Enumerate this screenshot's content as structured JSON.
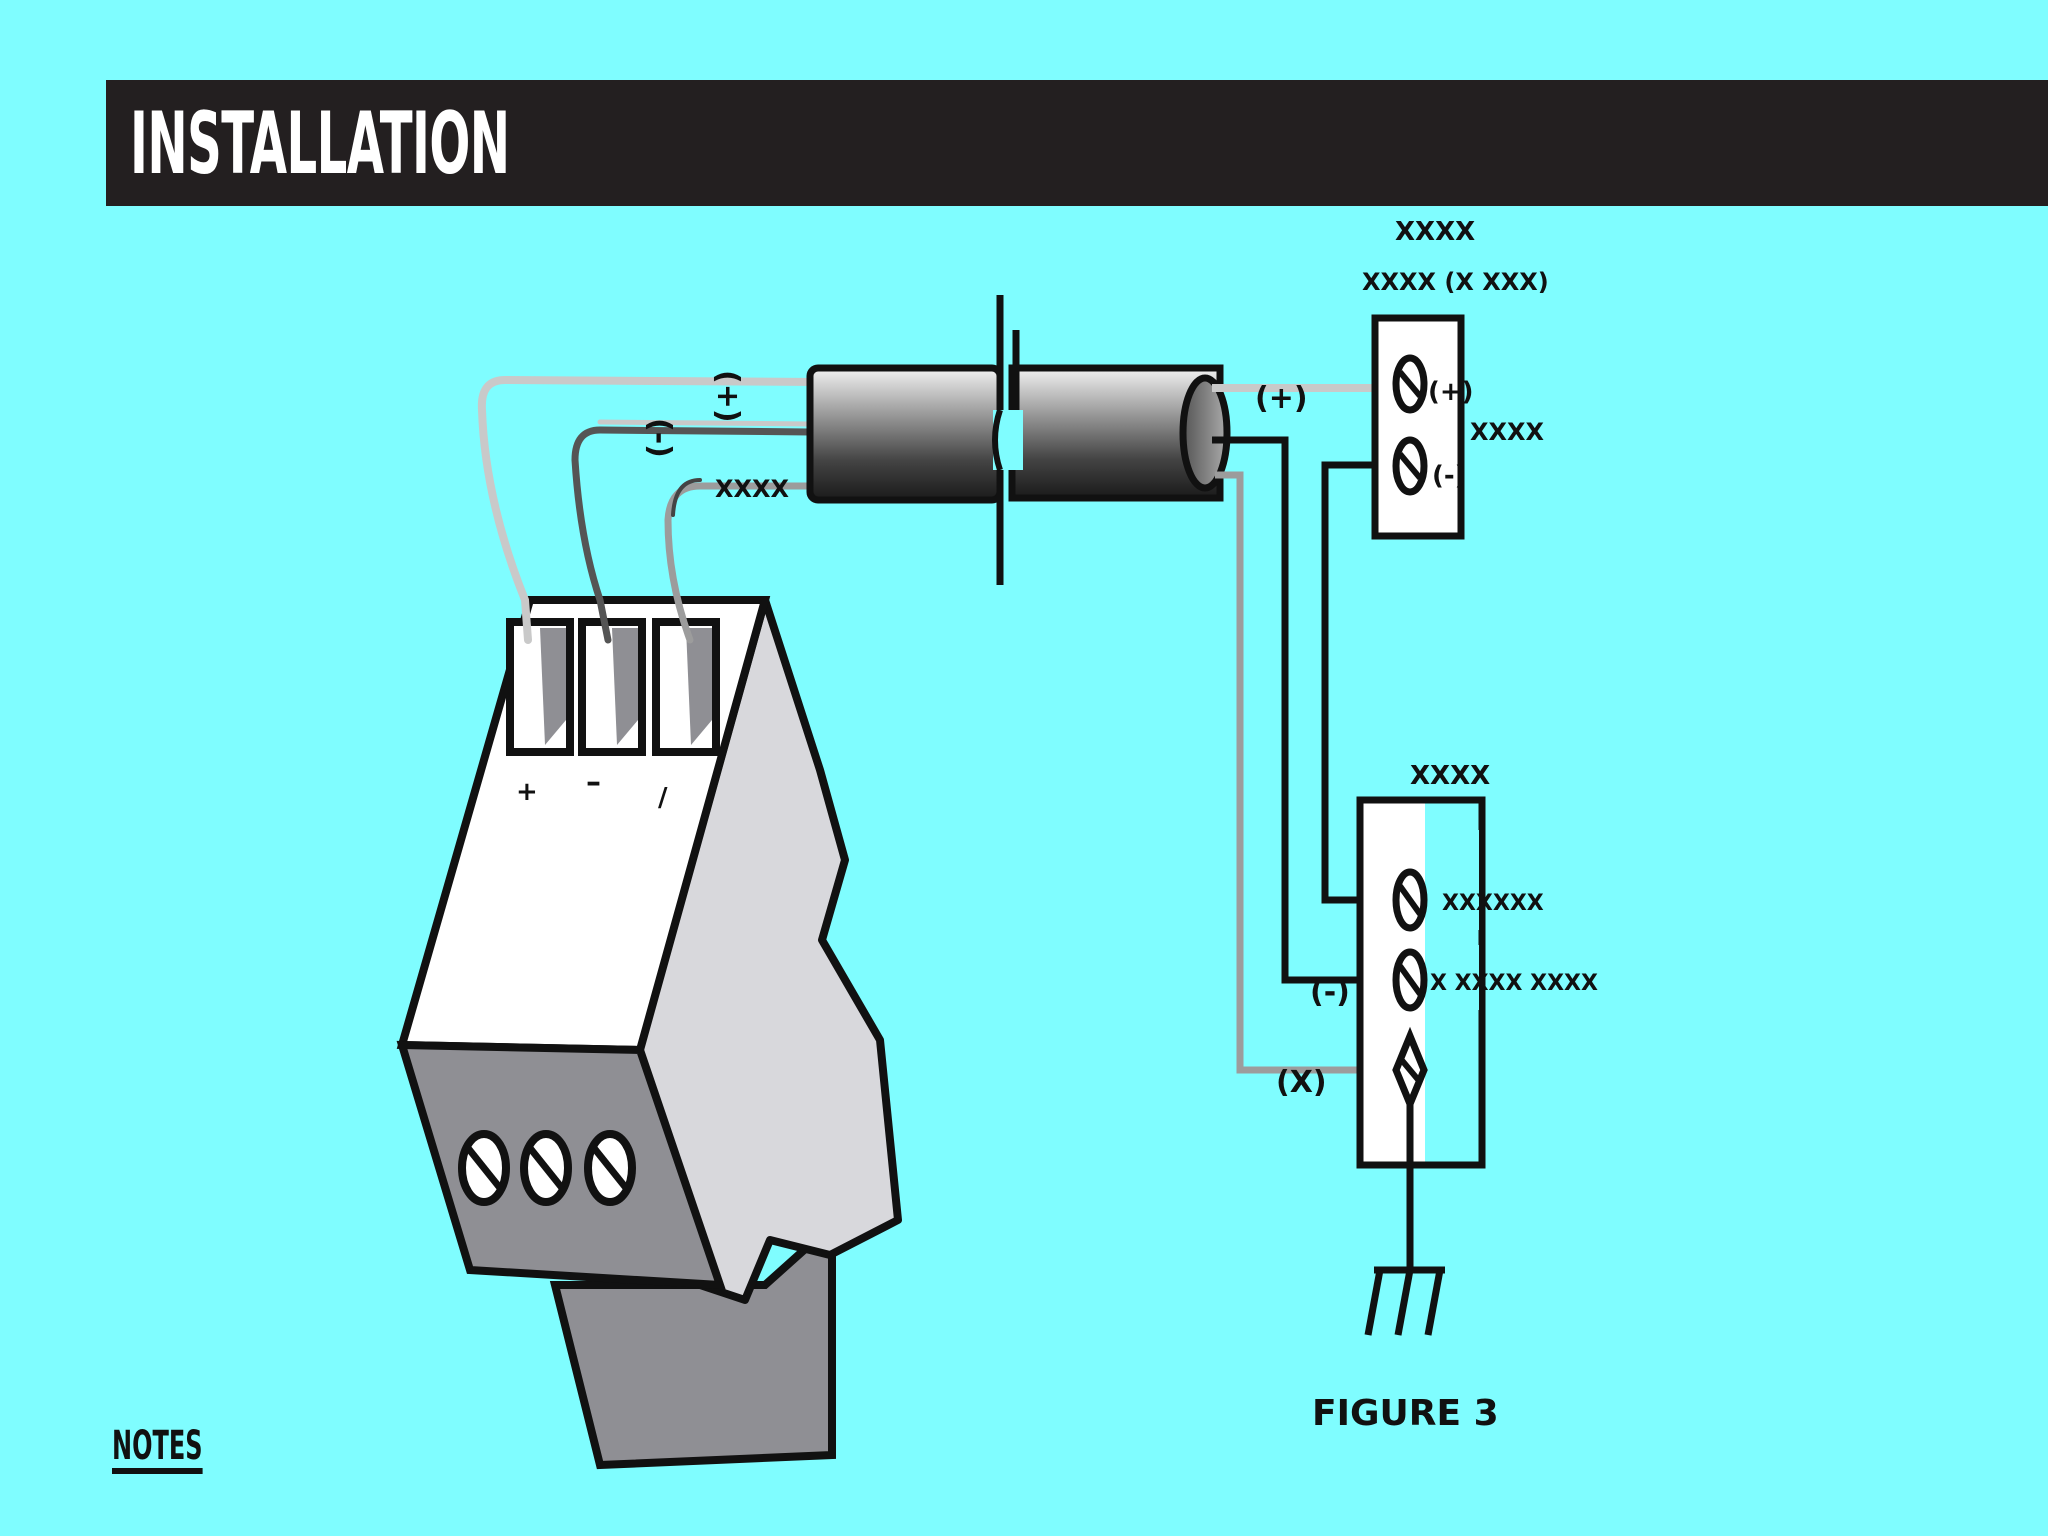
{
  "header": {
    "title": "INSTALLATION"
  },
  "diagram": {
    "figure_label": "FIGURE 3",
    "top_device": {
      "line1": "XXXX",
      "line2": "XXXX (X XXX)",
      "side": "XXXX"
    },
    "bottom_device": {
      "title": "XXXX",
      "terminal1": "XXXXXX",
      "terminal2": "X XXXX XXXX"
    },
    "wire_labels": {
      "plus": "(+)",
      "minus": "(-)",
      "shield": "XXXX",
      "plus_out": "(+)",
      "term_plus": "(+)",
      "term_minus": "(-)",
      "bottom_minus": "(-)",
      "bottom_shield": "(X)"
    },
    "module_terminals": [
      "+",
      "–",
      "/"
    ]
  },
  "notes": {
    "label": "NOTES"
  }
}
